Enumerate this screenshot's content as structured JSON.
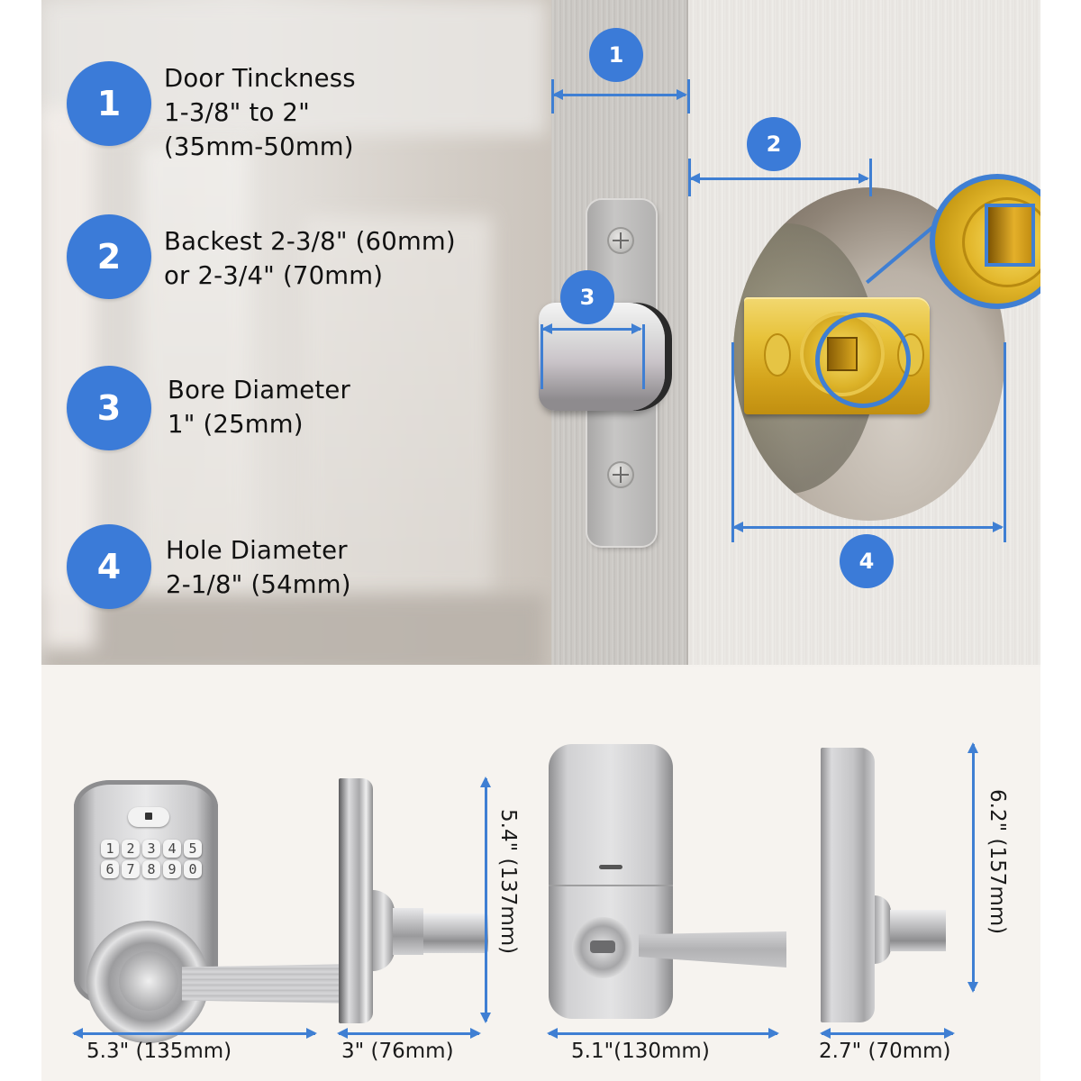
{
  "colors": {
    "accent_blue": "#3b7bd8",
    "dimension_line": "#3f7fd3",
    "text": "#111111",
    "bottom_bg": "#f6f3ef",
    "latch_gold": "#e2b62a"
  },
  "specs": [
    {
      "number": "1",
      "title": "Door Tinckness",
      "lines": [
        "1-3/8\" to 2\"",
        "(35mm-50mm)"
      ]
    },
    {
      "number": "2",
      "title": "Backest 2-3/8\" (60mm)",
      "lines": [
        "or 2-3/4\" (70mm)"
      ]
    },
    {
      "number": "3",
      "title": "Bore Diameter",
      "lines": [
        "1\" (25mm)"
      ]
    },
    {
      "number": "4",
      "title": "Hole Diameter",
      "lines": [
        "2-1/8\" (54mm)"
      ]
    }
  ],
  "door_diagram": {
    "markers": [
      "1",
      "2",
      "3",
      "4"
    ]
  },
  "keypad": {
    "keys": [
      "1",
      "2",
      "3",
      "4",
      "5",
      "6",
      "7",
      "8",
      "9",
      "0"
    ],
    "lock_icon": "padlock-icon"
  },
  "dimensions": {
    "front_width": "5.3\" (135mm)",
    "front_depth": "3\" (76mm)",
    "front_height": "5.4\" (137mm)",
    "back_width": "5.1\"(130mm)",
    "back_depth": "2.7\" (70mm)",
    "back_height": "6.2\" (157mm)"
  }
}
